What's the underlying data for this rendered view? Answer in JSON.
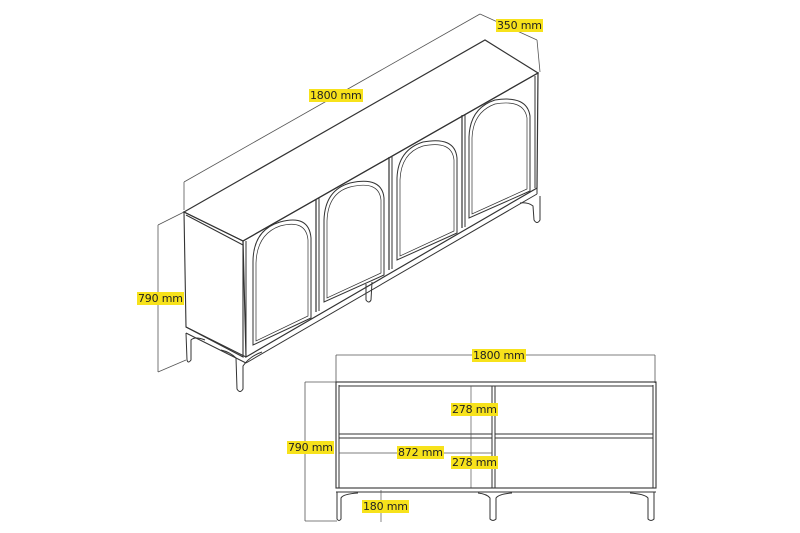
{
  "perspective_view": {
    "width_label": "1800 mm",
    "depth_label": "350 mm",
    "height_label": "790 mm",
    "doors": 4,
    "door_style": "arched-panel"
  },
  "front_view": {
    "width_label": "1800 mm",
    "height_label": "790 mm",
    "shelf_height_upper_label": "278 mm",
    "shelf_height_lower_label": "278 mm",
    "compartment_width_label": "872 mm",
    "leg_height_label": "180 mm"
  },
  "colors": {
    "label_highlight": "#f7e21b",
    "line": "#333333"
  }
}
